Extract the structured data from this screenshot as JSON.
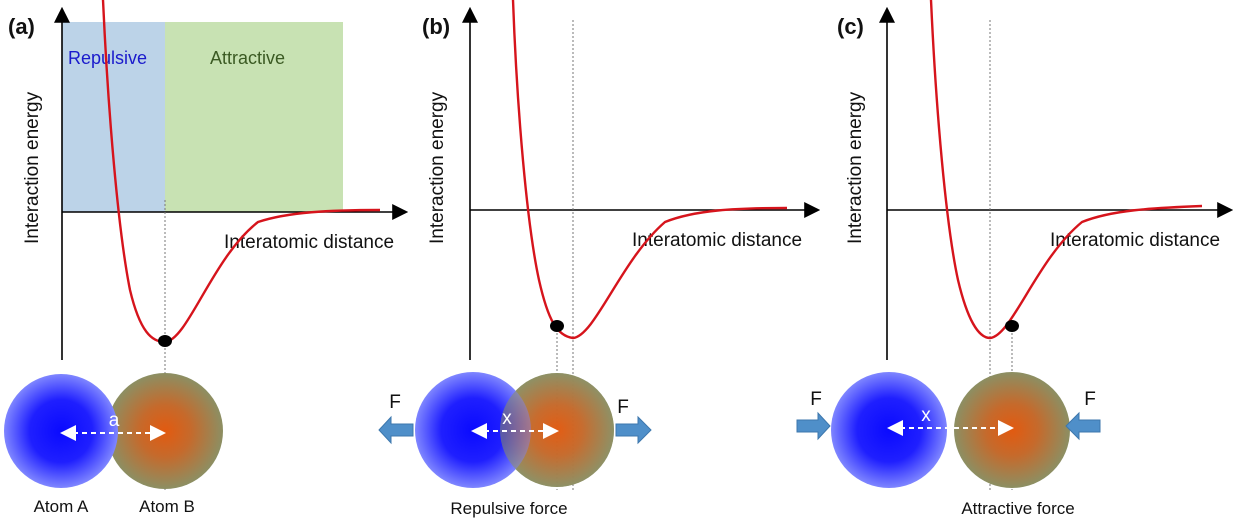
{
  "panels": [
    {
      "label": "(a)",
      "ylabel": "Interaction energy",
      "xlabel": "Interatomic distance",
      "regions": [
        "Repulsive",
        "Attractive"
      ],
      "separation_label": "a",
      "atom_labels": [
        "Atom A",
        "Atom B"
      ]
    },
    {
      "label": "(b)",
      "ylabel": "Interaction energy",
      "xlabel": "Interatomic distance",
      "separation_label": "x",
      "force_label": "F",
      "caption": "Repulsive force"
    },
    {
      "label": "(c)",
      "ylabel": "Interaction energy",
      "xlabel": "Interatomic distance",
      "separation_label": "x",
      "force_label": "F",
      "caption": "Attractive force"
    }
  ],
  "colors": {
    "curve": "#d6141c",
    "repulsive_region": "#bcd3e8",
    "attractive_region": "#c8e2b3",
    "atom_a": "#1f1fff",
    "atom_b": "#d4601a",
    "force_arrow": "#4f8fc9",
    "region_text_repulsive": "#1a1acc",
    "region_text_attractive": "#3b5a23"
  },
  "icons": [
    "force-arrow-icon",
    "separation-arrow-icon"
  ]
}
